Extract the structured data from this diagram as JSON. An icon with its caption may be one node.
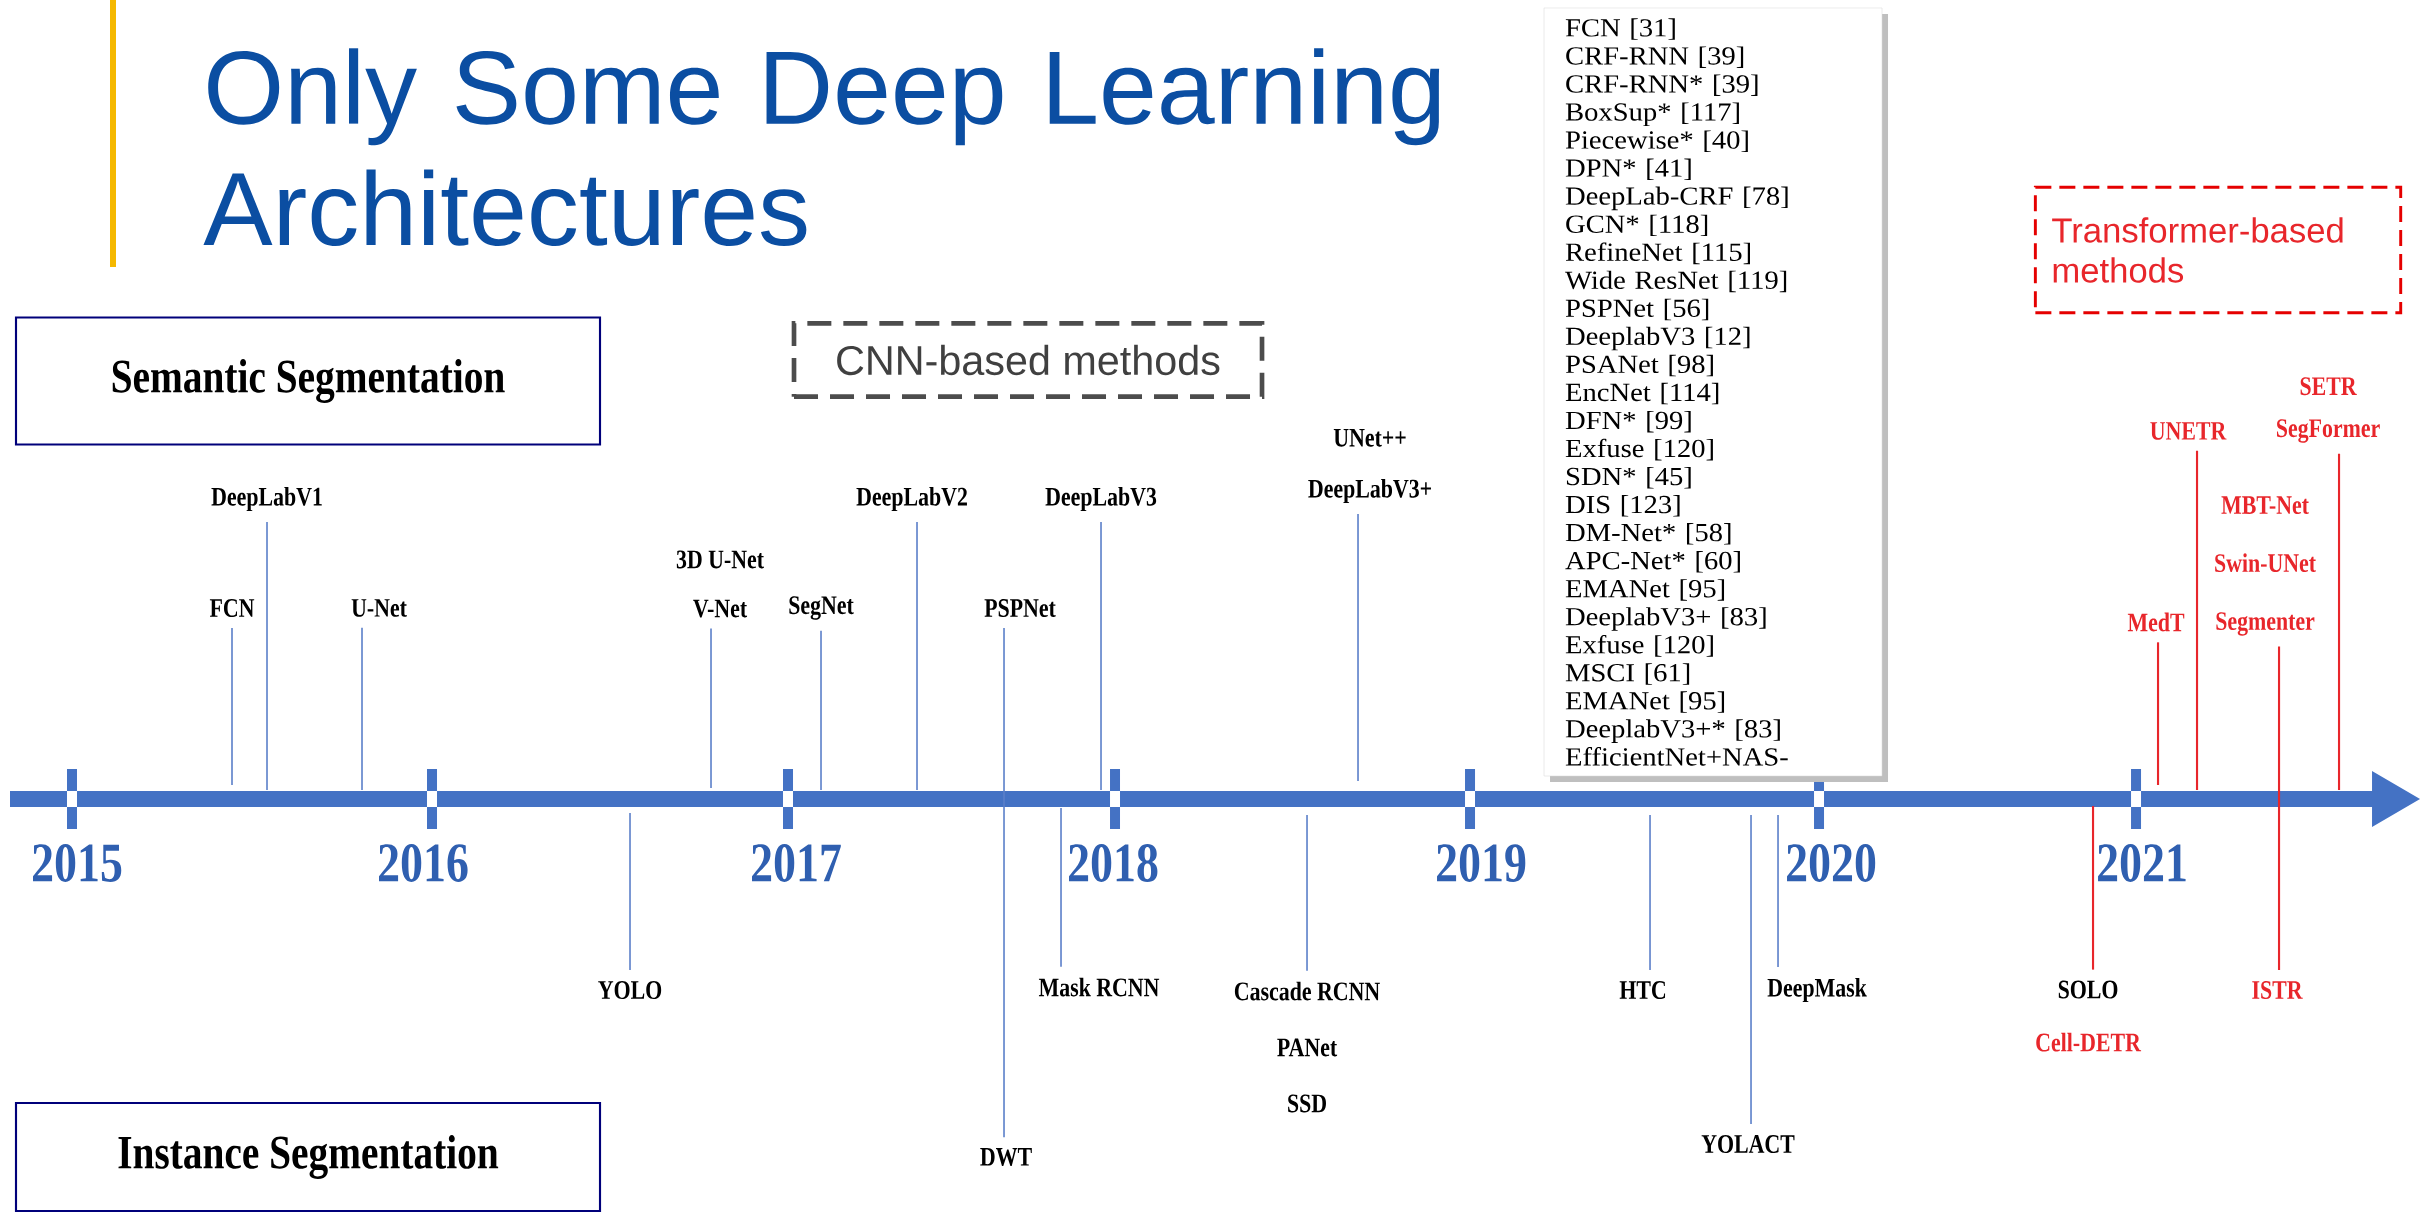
{
  "diagram": {
    "title": "Only Some Deep Learning Architectures",
    "nodes": [
      {
        "text": [
          "Semantic Segmentation"
        ]
      },
      {
        "text": [
          "Instance Segmentation"
        ]
      },
      {
        "text": [
          "CNN-based methods"
        ]
      },
      {
        "text": [
          "Transformer-based methods"
        ]
      },
      {
        "text": [
          "FCN [31]",
          "CRF-RNN [39]",
          "CRF-RNN* [39]",
          "BoxSup* [117]",
          "Piecewise* [40]",
          "DPN* [41]",
          "DeepLab-CRF [78]",
          "GCN* [118]",
          "RefineNet [115]",
          "Wide ResNet [119]",
          "PSPNet [56]",
          "DeeplabV3 [12]",
          "PSANet [98]",
          "EncNet [114]",
          "DFN* [99]",
          "Exfuse [120]",
          "SDN* [45]",
          "DIS [123]",
          "DM-Net* [58]",
          "APC-Net* [60]",
          "EMANet [95]",
          "DeeplabV3+ [83]",
          "Exfuse [120]",
          "MSCI [61]",
          "EMANet [95]",
          "DeeplabV3+* [83]",
          "EfficientNet+NAS-"
        ]
      },
      {
        "text": [
          "FCN"
        ]
      },
      {
        "text": [
          "DeepLabV1"
        ]
      },
      {
        "text": [
          "U-Net"
        ]
      },
      {
        "text": [
          "3D U-Net",
          "V-Net"
        ]
      },
      {
        "text": [
          "SegNet"
        ]
      },
      {
        "text": [
          "DeepLabV2"
        ]
      },
      {
        "text": [
          "PSPNet"
        ]
      },
      {
        "text": [
          "DeepLabV3"
        ]
      },
      {
        "text": [
          "UNet++",
          "DeepLabV3+"
        ]
      },
      {
        "text": [
          "MedT"
        ]
      },
      {
        "text": [
          "UNETR"
        ]
      },
      {
        "text": [
          "MBT-Net",
          "Swin-UNet",
          "Segmenter"
        ]
      },
      {
        "text": [
          "SETR",
          "SegFormer"
        ]
      },
      {
        "text": [
          "YOLO"
        ]
      },
      {
        "text": [
          "DWT"
        ]
      },
      {
        "text": [
          "Mask RCNN"
        ]
      },
      {
        "text": [
          "Cascade RCNN",
          "PANet",
          "SSD"
        ]
      },
      {
        "text": [
          "HTC"
        ]
      },
      {
        "text": [
          "YOLACT"
        ]
      },
      {
        "text": [
          "DeepMask"
        ]
      },
      {
        "text": [
          "SOLO",
          "Cell-DETR"
        ]
      },
      {
        "text": [
          "ISTR"
        ]
      }
    ],
    "edges": [
      {
        "from": 5,
        "to": null,
        "arrow": "none"
      },
      {
        "from": 6,
        "to": null,
        "arrow": "none"
      },
      {
        "from": 7,
        "to": null,
        "arrow": "none"
      },
      {
        "from": 8,
        "to": null,
        "arrow": "none"
      },
      {
        "from": 9,
        "to": null,
        "arrow": "none"
      },
      {
        "from": 10,
        "to": null,
        "arrow": "none"
      },
      {
        "from": 11,
        "to": 19,
        "arrow": "none"
      },
      {
        "from": 12,
        "to": null,
        "arrow": "none"
      },
      {
        "from": 13,
        "to": null,
        "arrow": "none"
      },
      {
        "from": 14,
        "to": null,
        "arrow": "none",
        "color": "#e8262b"
      },
      {
        "from": 15,
        "to": null,
        "arrow": "none",
        "color": "#e8262b"
      },
      {
        "from": 16,
        "to": 26,
        "arrow": "none",
        "color": "#e8262b"
      },
      {
        "from": 17,
        "to": null,
        "arrow": "none",
        "color": "#e8262b"
      },
      {
        "from": 18,
        "to": null,
        "arrow": "none"
      },
      {
        "from": 20,
        "to": null,
        "arrow": "none"
      },
      {
        "from": 21,
        "to": null,
        "arrow": "none"
      },
      {
        "from": 22,
        "to": null,
        "arrow": "none"
      },
      {
        "from": 23,
        "to": null,
        "arrow": "none"
      },
      {
        "from": 24,
        "to": null,
        "arrow": "none"
      },
      {
        "from": 25,
        "to": null,
        "arrow": "none",
        "color": "#e8262b"
      }
    ],
    "labels": [
      "2015",
      "2016",
      "2017",
      "2018",
      "2019",
      "2020",
      "2021"
    ]
  }
}
